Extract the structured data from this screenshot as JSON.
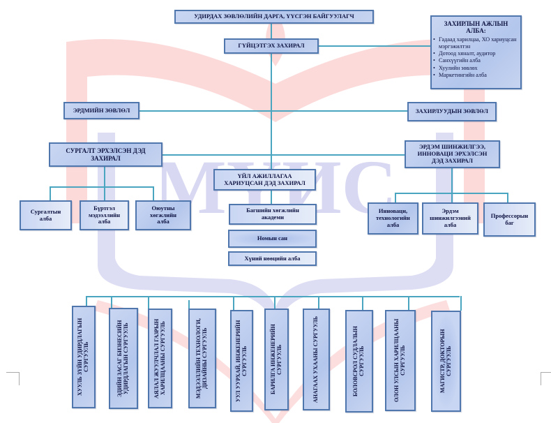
{
  "watermark": {
    "text": "МҮИС",
    "colors": {
      "red": "#f9c9c9",
      "blue": "#d4d4f1"
    }
  },
  "colors": {
    "box_border": "#4f76ad",
    "box_fill": "#b3c6ec",
    "connector": "#4aa6c0",
    "text": "#0d1240"
  },
  "top": {
    "board_chair": "УДИРДАХ ЗӨВЛӨЛИЙН ДАРГА, ҮҮСГЭН БАЙГУУЛАГЧ",
    "executive_director": "ГҮЙЦЭТГЭХ ЗАХИРАЛ"
  },
  "director_office": {
    "title": "ЗАХИРЛЫН АЖЛЫН АЛБА:",
    "items": [
      "Гадаад харилцаа, ХО хариуцсан мэргэжилтэн",
      "Дотоод хяналт, аудитор",
      "Санхүүгийн алба",
      "Хуулийн зөвлөх",
      "Маркетингийн алба"
    ]
  },
  "councils": {
    "academic": "ЭРДМИЙН ЗӨВЛӨЛ",
    "directors": "ЗАХИРЛУУДЫН ЗӨВЛӨЛ"
  },
  "deputies": {
    "education": "СУРГАЛТ ЭРХЭЛСЭН ДЭД ЗАХИРАЛ",
    "operations": "ҮЙЛ АЖИЛЛАГАА ХАРИУЦСАН ДЭД ЗАХИРАЛ",
    "research": "ЭРДЭМ ШИНЖИЛГЭЭ, ИННОВАЦИ ЭРХЭЛСЭН ДЭД ЗАХИРАЛ"
  },
  "education_units": [
    "Сургалтын алба",
    "Бүртгэл мэдээллийн алба",
    "Оюутны хөгжлийн алба"
  ],
  "operations_units": [
    "Багшийн хөгжлийн академи",
    "Номын сан",
    "Хүний нөөцийн алба"
  ],
  "research_units": [
    "Инноваци, технологийн алба",
    "Эрдэм шинжилгээний алба",
    "Профессорын баг"
  ],
  "schools": [
    "ХУУЛЬ ЗҮЙН УДИРДЛАГЫН СУРГУУЛЬ",
    "ЭДИЙН ЗАСАГ БИЗНЕСИЙН УДИРДЛАГЫН СУРГУУЛЬ",
    "АЯЛАЛ ЖУУЛЧЛАЛ ГАЗРЫН ХАРИЛЦААНЫ СУРГУУЛЬ",
    "МЭДЭЭЛЛИЙН ТЕХНОЛОГИ, ДИЗАЙНЫ СУРГУУЛЬ",
    "УУЛ УУРХАЙ, ИНЖЕНЕРИЙН СУРГУУЛЬ",
    "БАРИЛГА ИНЖЕНЕРИЙН СУРГУУЛЬ",
    "АНАГААХ УХААНЫ СУРГУУЛЬ",
    "БОЛОВСРОЛ СУДЛАЛЫН СУРГУУЛЬ",
    "ОЛОН УЛСЫН ХАРИЛЦААНЫ СУРГУУЛЬ",
    "МАГИСТР, ДОКТОРЫН СУРГУУЛЬ"
  ]
}
